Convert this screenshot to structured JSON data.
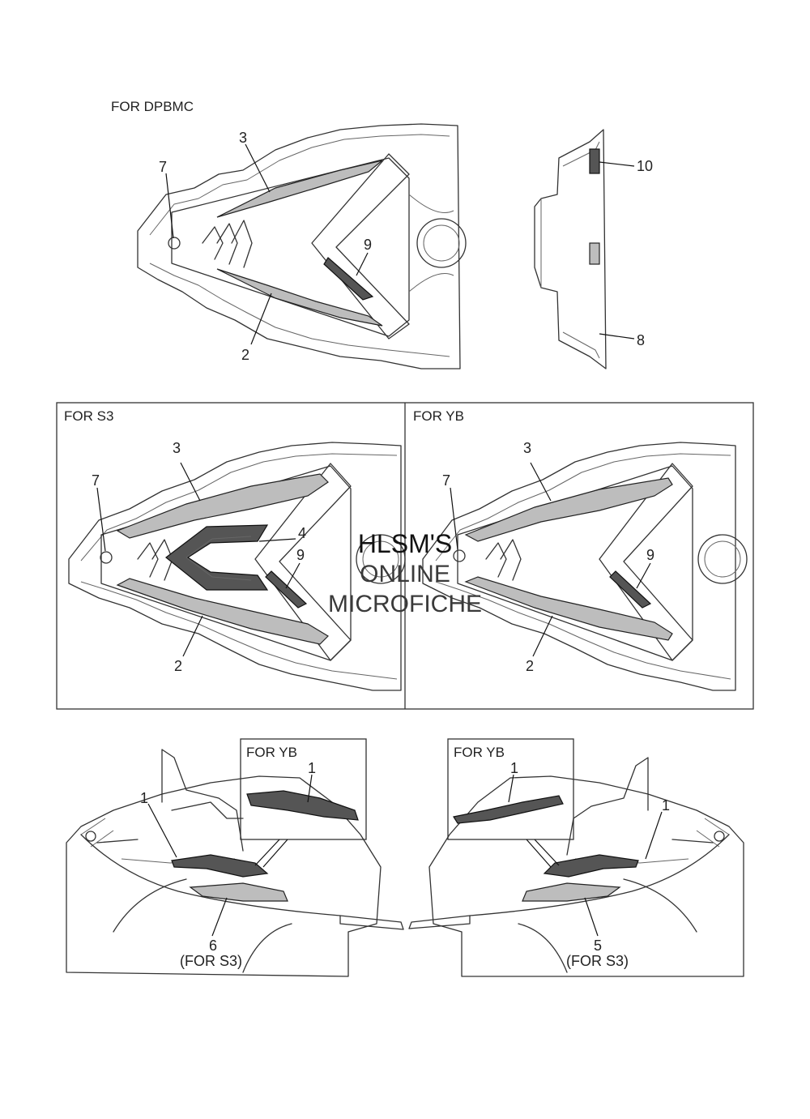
{
  "headings": {
    "dpbmc": "FOR DPBMC",
    "s3": "FOR S3",
    "yb_panel": "FOR YB",
    "yb_inset_left": "FOR YB",
    "yb_inset_right": "FOR YB"
  },
  "callouts": {
    "c1": "1",
    "c2": "2",
    "c3": "3",
    "c4": "4",
    "c5": "5",
    "c6": "6",
    "c7": "7",
    "c8": "8",
    "c9": "9",
    "c10": "10",
    "for_s3": "(FOR S3)"
  },
  "watermark": {
    "line1": "HLSM'S",
    "line2": "ONLINE",
    "line3": "MICROFICHE"
  }
}
